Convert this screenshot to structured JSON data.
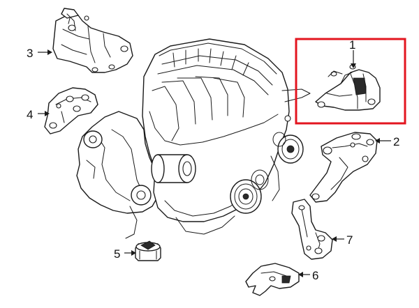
{
  "diagram": {
    "highlight_color": "#e3151f",
    "line_color": "#1a1a1a",
    "callouts": [
      {
        "id": "1",
        "label": "1"
      },
      {
        "id": "2",
        "label": "2"
      },
      {
        "id": "3",
        "label": "3"
      },
      {
        "id": "4",
        "label": "4"
      },
      {
        "id": "5",
        "label": "5"
      },
      {
        "id": "6",
        "label": "6"
      },
      {
        "id": "7",
        "label": "7"
      }
    ]
  }
}
